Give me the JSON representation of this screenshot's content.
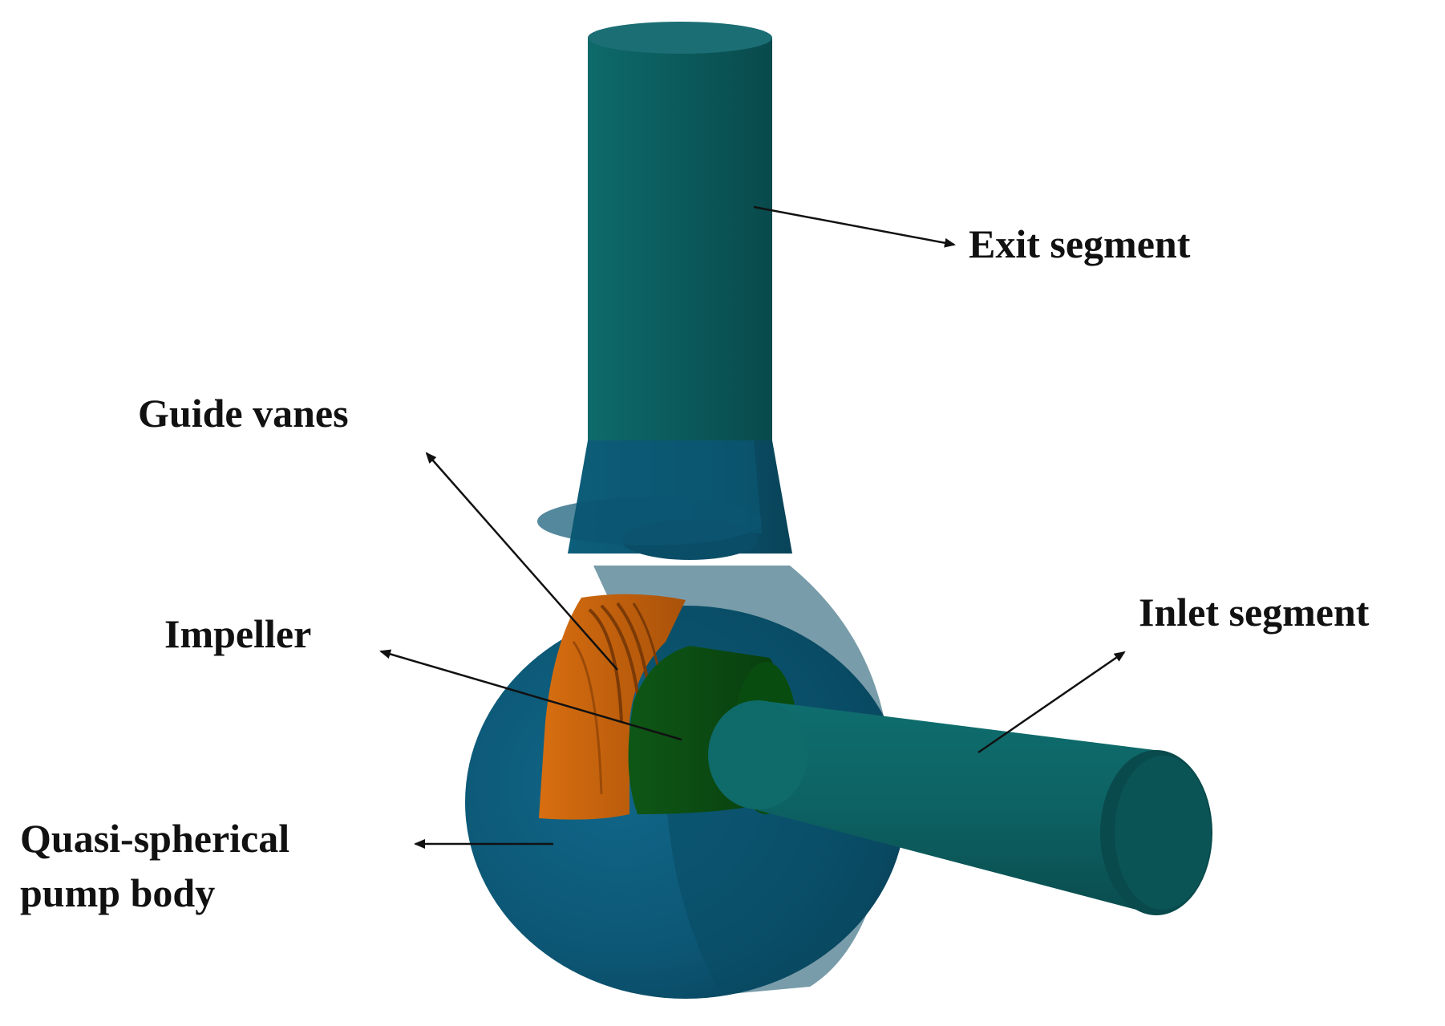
{
  "labels": {
    "exit_segment": "Exit segment",
    "guide_vanes": "Guide vanes",
    "impeller": "Impeller",
    "inlet_segment": "Inlet segment",
    "pump_body_line1": "Quasi-spherical",
    "pump_body_line2": "pump body"
  },
  "colors": {
    "exit_pipe": "#0b5a5c",
    "pump_body": "#0c5672",
    "guide_vanes": "#c9650c",
    "impeller": "#0b4a12",
    "inlet_pipe": "#0d5f60",
    "arrow": "#111111"
  }
}
